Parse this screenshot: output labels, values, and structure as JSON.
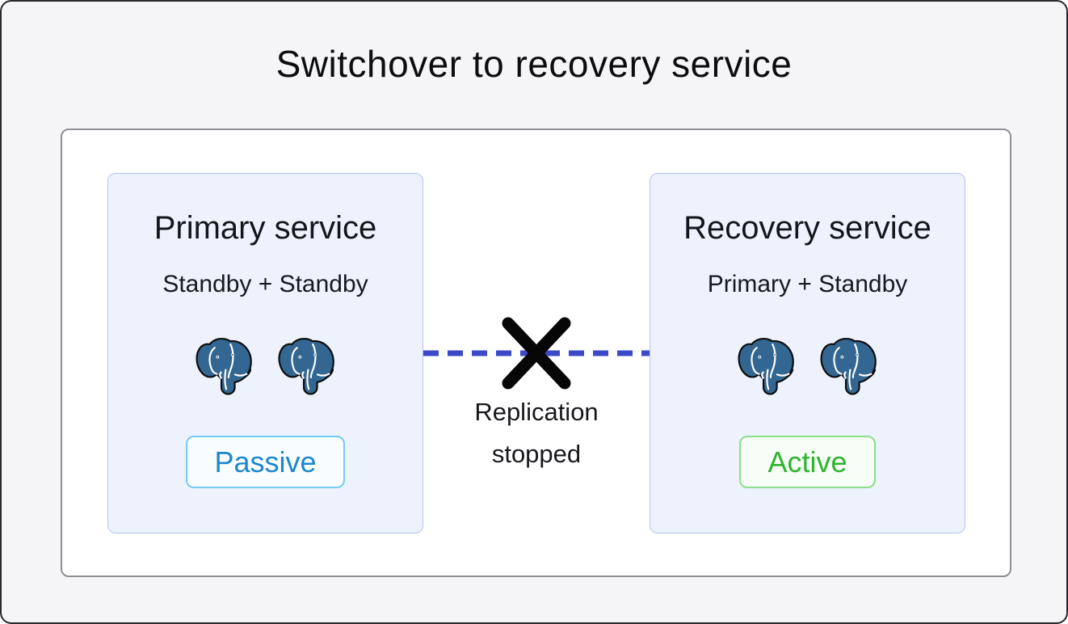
{
  "page": {
    "title": "Switchover to recovery service"
  },
  "cards": [
    {
      "id": "primary-service",
      "title": "Primary service",
      "subtitle": "Standby + Standby",
      "node_icons": [
        "postgresql-logo",
        "postgresql-logo"
      ],
      "badge": {
        "label": "Passive",
        "text_color": "#1b88cb",
        "border_color": "#74ccf2",
        "background": "#fafdff"
      }
    },
    {
      "id": "recovery-service",
      "title": "Recovery service",
      "subtitle": "Primary + Standby",
      "node_icons": [
        "postgresql-logo",
        "postgresql-logo"
      ],
      "badge": {
        "label": "Active",
        "text_color": "#2fb42f",
        "border_color": "#8adf8a",
        "background": "#f7fdf7"
      }
    }
  ],
  "connection": {
    "label_lines": [
      "Replication",
      "stopped"
    ],
    "line_style": "dashed",
    "line_color": "#3b49c9",
    "break_icon": "x-mark",
    "break_color": "#070707"
  },
  "colors": {
    "page_background": "#f5f5f7",
    "page_border": "#28282e",
    "panel_background": "#ffffff",
    "panel_border": "#8d8d96",
    "card_background": "#edf2fd",
    "card_border": "#b6c2ef",
    "elephant_blue": "#336791",
    "text": "#14161a"
  }
}
